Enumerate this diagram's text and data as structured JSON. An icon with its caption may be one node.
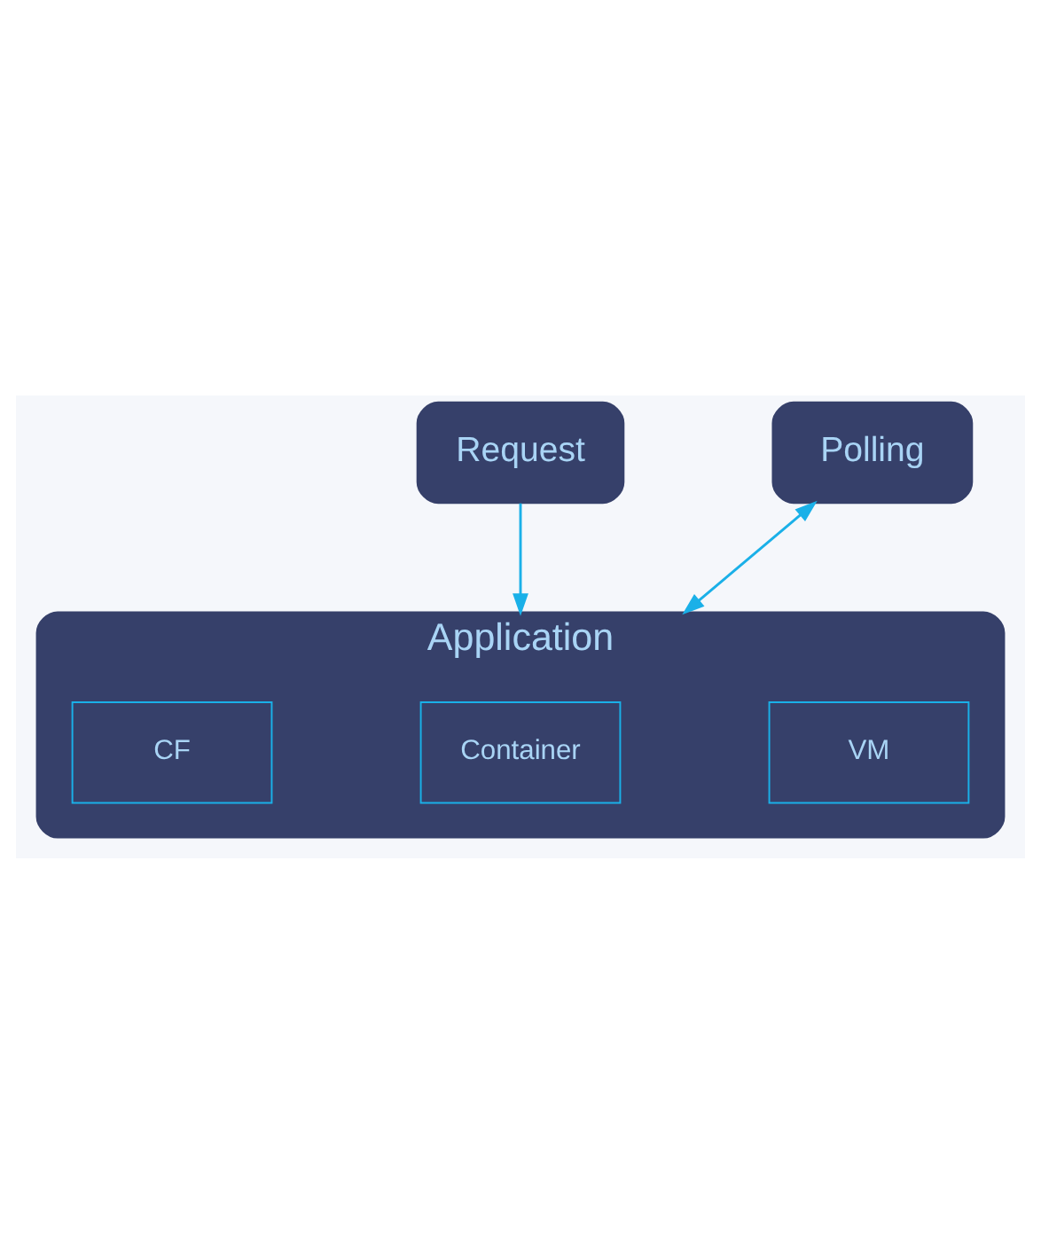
{
  "diagram": {
    "nodes": [
      {
        "text": [
          "Request"
        ]
      },
      {
        "text": [
          "Polling"
        ]
      },
      {
        "text": [
          "Application"
        ]
      },
      {
        "text": [
          "CF"
        ],
        "in": 2
      },
      {
        "text": [
          "Container"
        ],
        "in": 2
      },
      {
        "text": [
          "VM"
        ],
        "in": 2
      }
    ],
    "edges": [
      {
        "from": 0,
        "to": 2,
        "arrow": "to"
      },
      {
        "from": 2,
        "to": 1,
        "arrow": "both"
      }
    ]
  }
}
